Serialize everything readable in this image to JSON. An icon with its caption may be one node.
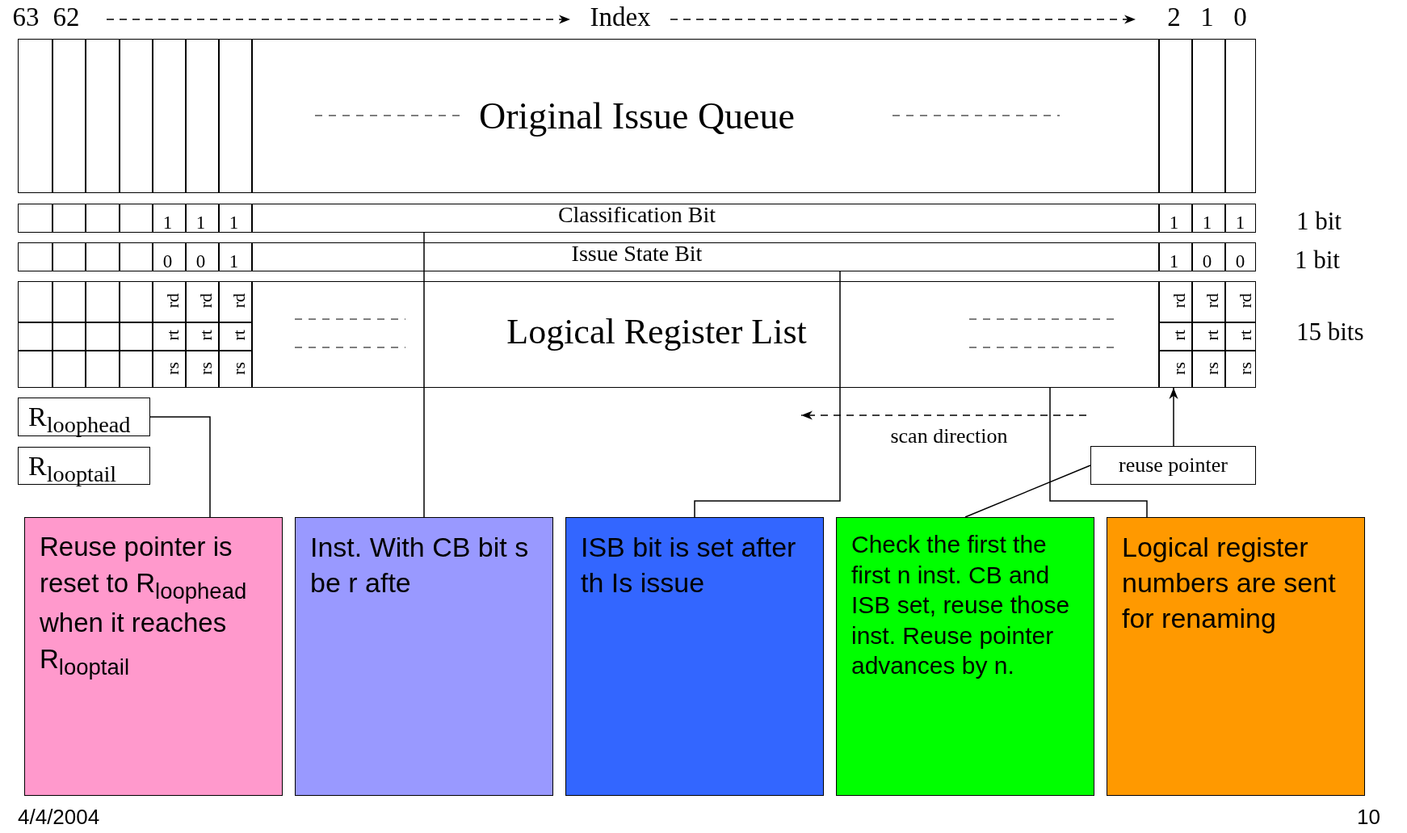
{
  "diagram": {
    "nodes": [
      {
        "text": [
          "Original Issue Queue"
        ]
      },
      {
        "text": [
          "Classification Bit"
        ],
        "beside": [
          "1 bit"
        ]
      },
      {
        "text": [
          "Issue State Bit"
        ],
        "beside": [
          "1 bit"
        ]
      },
      {
        "text": [
          "Logical Register List"
        ],
        "beside": [
          "15 bits"
        ]
      },
      {
        "text": [
          "R$_{loophead}$"
        ]
      },
      {
        "text": [
          "R$_{looptail}$"
        ]
      },
      {
        "text": [
          "reuse pointer"
        ]
      },
      {
        "text": [
          "Inst. With CB bit s be r afte"
        ]
      },
      {
        "text": [
          "ISB bit is set after th Is issue"
        ]
      },
      {
        "text": [
          "Check the first the first n inst. CB and ISB set, reuse those inst. Reuse pointer advances by n."
        ]
      },
      {
        "text": [
          "Logical register numbers are sent for renaming"
        ]
      },
      {
        "text": [
          "Reuse pointer is reset to R$_{loophead}$ when it reaches R$_{looptail}$"
        ]
      }
    ],
    "edges": [
      {
        "from": 7,
        "to": 1,
        "arrow": "none"
      },
      {
        "from": 8,
        "to": 2,
        "arrow": "none"
      },
      {
        "from": 4,
        "to": 11,
        "arrow": "none"
      },
      {
        "from": 10,
        "to": 3,
        "arrow": "none"
      },
      {
        "from": 9,
        "to": 6,
        "arrow": "none"
      },
      {
        "from": 6,
        "to": 3,
        "arrow": "to"
      }
    ],
    "labels": [
      "63",
      "62",
      "Index",
      "2",
      "1",
      "0",
      "1",
      "1",
      "1",
      "1",
      "1",
      "1",
      "0",
      "0",
      "1",
      "1",
      "0",
      "0",
      "rd",
      "rd",
      "rd",
      "rd",
      "rd",
      "rd",
      "rt",
      "rt",
      "rt",
      "rt",
      "rt",
      "rt",
      "rs",
      "rs",
      "rs",
      "rs",
      "rs",
      "rs",
      "scan direction",
      "4/4/2004",
      "10"
    ]
  }
}
